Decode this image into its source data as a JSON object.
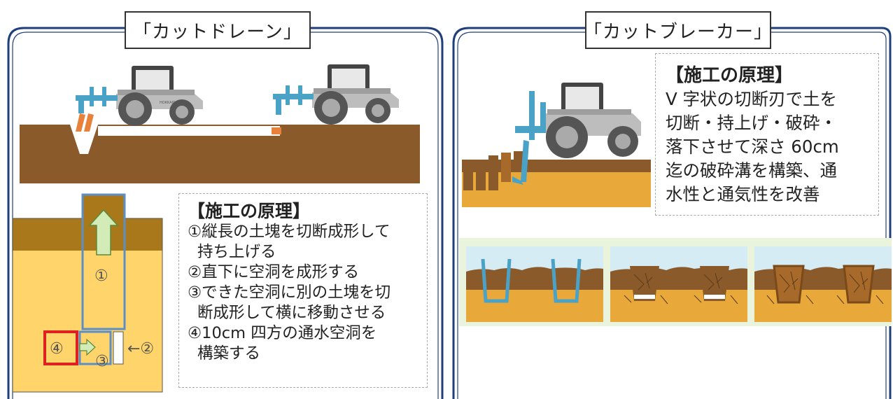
{
  "left_panel": {
    "title": "「カットドレーン」",
    "principle": {
      "heading": "【施工の原理】",
      "lines": [
        "①縦長の土塊を切断成形して",
        "持ち上げる",
        "②直下に空洞を成形する",
        "③できた空洞に別の土塊を切",
        "断成形して横に移動させる",
        "④10cm 四方の通水空洞を",
        "構築する"
      ]
    },
    "diagram_labels": {
      "one": "①",
      "two": "←②",
      "three": "③",
      "four": "④"
    },
    "tractor_brand": "HOKKAIDO"
  },
  "right_panel": {
    "title": "「カットブレーカー」",
    "principle": {
      "heading": "【施工の原理】",
      "lines": [
        "V 字状の切断刃で土を",
        "切断・持上げ・破砕・",
        "落下させて深さ 60cm",
        "迄の破砕溝を構築、通",
        "水性と通気性を改善"
      ]
    }
  },
  "colors": {
    "frame": "#1f3f7a",
    "soil_dark": "#8b5a2b",
    "soil_orange": "#e8a83a",
    "soil_yellow": "#ffd46b",
    "soil_olive": "#a8781a",
    "implement_blue": "#4aa3c7",
    "tractor_gray": "#bdbdbd",
    "arrow_green": "#d3ebb6",
    "highlight_red": "#e02020",
    "sky": "#d6ecf4"
  }
}
